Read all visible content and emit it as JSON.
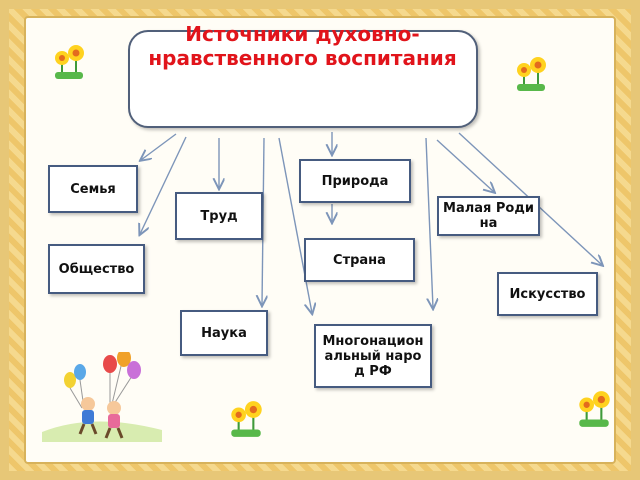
{
  "title": "Источники духовно-нравственного воспитания",
  "boxes": {
    "semya": "Семья",
    "priroda": "Природа",
    "trud": "Труд",
    "malaya_rodina": "Малая Родина",
    "obshchestvo": "Общество",
    "strana": "Страна",
    "iskusstvo": "Искусство",
    "nauka": "Наука",
    "narod": "Многонациональный народ РФ"
  },
  "colors": {
    "title": "#e1141b",
    "box_border": "#465b80",
    "arrow": "#7d95b9",
    "frame": "#e7c777"
  },
  "icons": [
    "flower-icon",
    "children-balloons-icon"
  ]
}
